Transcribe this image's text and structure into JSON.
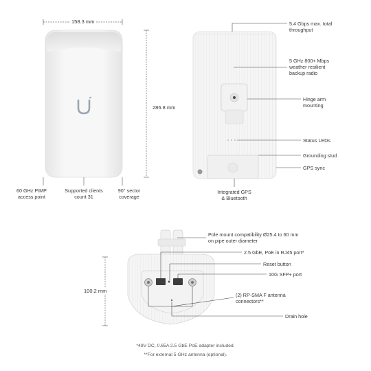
{
  "dimensions": {
    "width": "158.3 mm",
    "height": "286.8 mm",
    "depth": "100.2 mm"
  },
  "front_labels": {
    "ptmp": "60 GHz PtMP\naccess point",
    "clients": "Supported clients\ncount 31",
    "sector": "90° sector\ncoverage"
  },
  "back_labels": {
    "throughput": "5.4 Gbps max. total\nthroughput",
    "backup": "5 GHz 800+ Mbps\nweather resilient\nbackup radio",
    "hinge": "Hinge arm\nmounting",
    "status": "Status LEDs",
    "ground": "Grounding stud",
    "gps_sync": "GPS sync",
    "gps": "Integrated GPS\n& Bluetooth"
  },
  "bottom_labels": {
    "pole": "Pole mount compatibility Ø25.4 to 60 mm\non pipe outer diameter",
    "poe": "2.5 GbE, PoE in RJ45 port*",
    "reset": "Reset button",
    "sfp": "10G SFP+ port",
    "antenna": "(2) RP-SMA F antenna\nconnectors**",
    "drain": "Drain hole"
  },
  "footnotes": {
    "adapter": "*48V DC, 0.65A 2.5 GbE PoE adapter included.",
    "antenna": "**For external 5 GHz antenna (optional)."
  },
  "colors": {
    "device_body": "#f3f3f3",
    "device_shadow": "#dcdcdc",
    "line": "#444444",
    "logo": "#9aa5b1"
  },
  "icons": {
    "logo": "ubiquiti-u-logo-icon"
  }
}
